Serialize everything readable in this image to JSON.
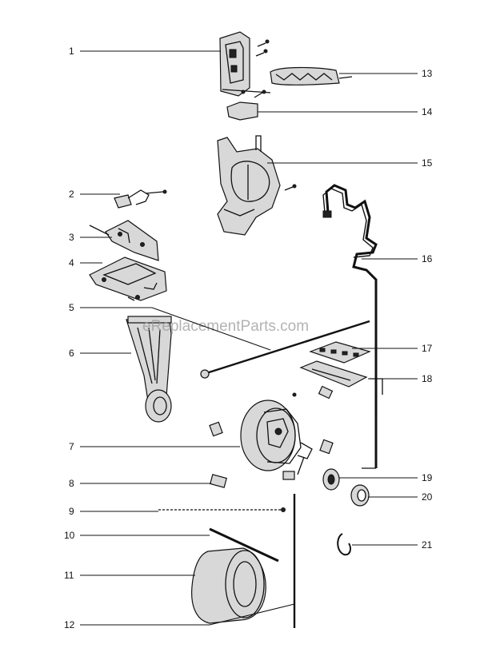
{
  "watermark": "eReplacementParts.com",
  "callouts": [
    {
      "n": "1"
    },
    {
      "n": "2"
    },
    {
      "n": "3"
    },
    {
      "n": "4"
    },
    {
      "n": "5"
    },
    {
      "n": "6"
    },
    {
      "n": "7"
    },
    {
      "n": "8"
    },
    {
      "n": "9"
    },
    {
      "n": "10"
    },
    {
      "n": "11"
    },
    {
      "n": "12"
    },
    {
      "n": "13"
    },
    {
      "n": "14"
    },
    {
      "n": "15"
    },
    {
      "n": "16"
    },
    {
      "n": "17"
    },
    {
      "n": "18"
    },
    {
      "n": "19"
    },
    {
      "n": "20"
    },
    {
      "n": "21"
    }
  ]
}
